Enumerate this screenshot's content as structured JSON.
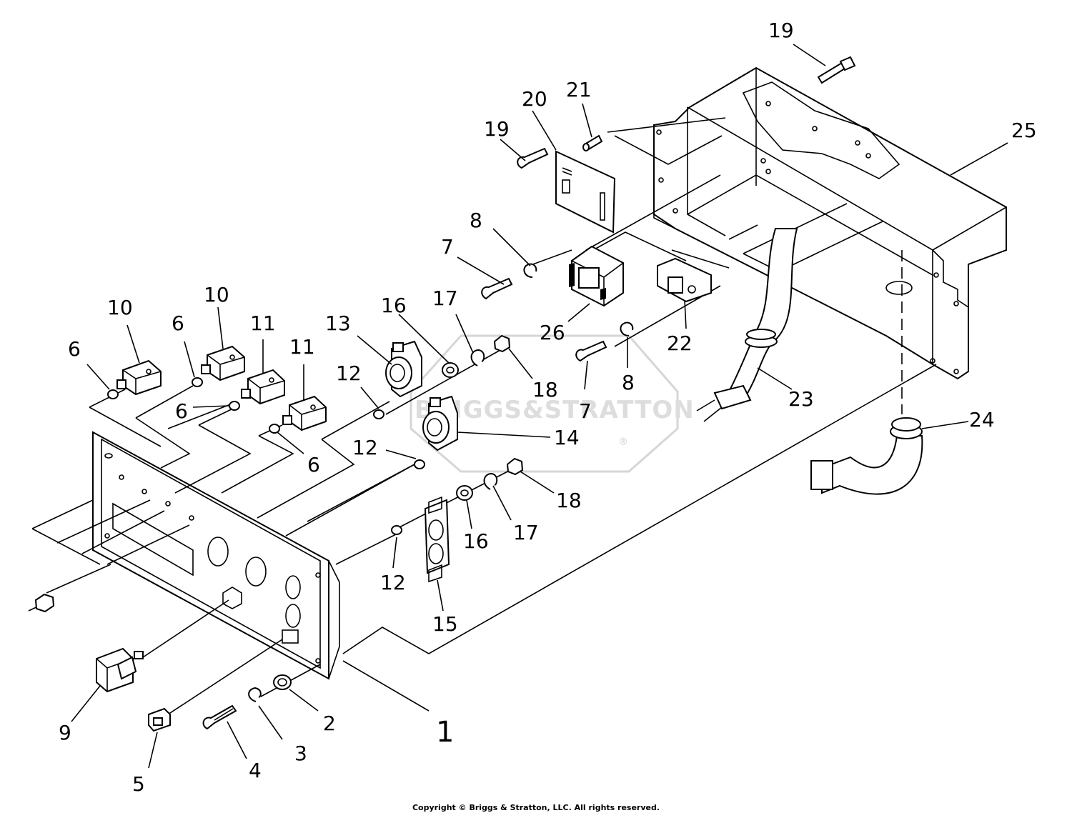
{
  "watermark": {
    "text": "BRIGGS&STRATTON",
    "mark": "®"
  },
  "copyright": "Copyright © Briggs & Stratton, LLC. All rights reserved.",
  "callouts": [
    {
      "id": "c1",
      "label": "1"
    },
    {
      "id": "c2",
      "label": "2"
    },
    {
      "id": "c3",
      "label": "3"
    },
    {
      "id": "c4",
      "label": "4"
    },
    {
      "id": "c5",
      "label": "5"
    },
    {
      "id": "c6a",
      "label": "6"
    },
    {
      "id": "c6b",
      "label": "6"
    },
    {
      "id": "c6c",
      "label": "6"
    },
    {
      "id": "c6d",
      "label": "6"
    },
    {
      "id": "c7a",
      "label": "7"
    },
    {
      "id": "c7b",
      "label": "7"
    },
    {
      "id": "c8a",
      "label": "8"
    },
    {
      "id": "c8b",
      "label": "8"
    },
    {
      "id": "c9",
      "label": "9"
    },
    {
      "id": "c10a",
      "label": "10"
    },
    {
      "id": "c10b",
      "label": "10"
    },
    {
      "id": "c11a",
      "label": "11"
    },
    {
      "id": "c11b",
      "label": "11"
    },
    {
      "id": "c12a",
      "label": "12"
    },
    {
      "id": "c12b",
      "label": "12"
    },
    {
      "id": "c12c",
      "label": "12"
    },
    {
      "id": "c13",
      "label": "13"
    },
    {
      "id": "c14",
      "label": "14"
    },
    {
      "id": "c15",
      "label": "15"
    },
    {
      "id": "c16a",
      "label": "16"
    },
    {
      "id": "c16b",
      "label": "16"
    },
    {
      "id": "c17a",
      "label": "17"
    },
    {
      "id": "c17b",
      "label": "17"
    },
    {
      "id": "c18a",
      "label": "18"
    },
    {
      "id": "c18b",
      "label": "18"
    },
    {
      "id": "c19a",
      "label": "19"
    },
    {
      "id": "c19b",
      "label": "19"
    },
    {
      "id": "c20",
      "label": "20"
    },
    {
      "id": "c21",
      "label": "21"
    },
    {
      "id": "c22",
      "label": "22"
    },
    {
      "id": "c23",
      "label": "23"
    },
    {
      "id": "c24",
      "label": "24"
    },
    {
      "id": "c25",
      "label": "25"
    },
    {
      "id": "c26",
      "label": "26"
    }
  ]
}
